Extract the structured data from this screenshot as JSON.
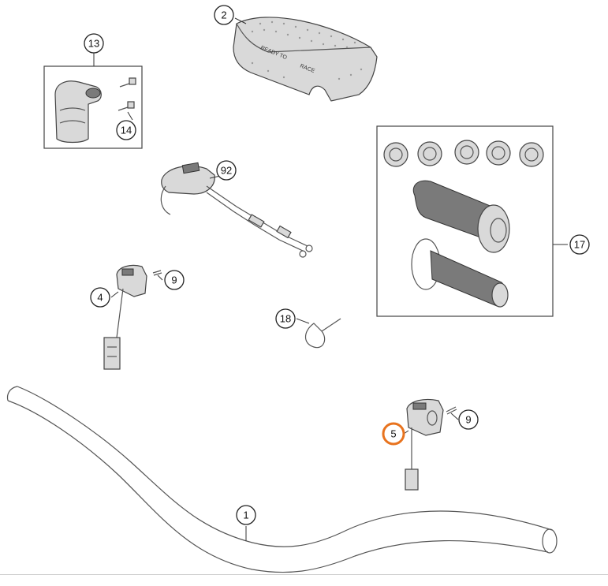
{
  "callouts": {
    "c1": "1",
    "c2": "2",
    "c4": "4",
    "c5": "5",
    "c9a": "9",
    "c9b": "9",
    "c13": "13",
    "c14": "14",
    "c17": "17",
    "c18": "18",
    "c92": "92"
  },
  "highlight_color": "#e8731e",
  "pad_text": {
    "line1": "READY TO",
    "line2": "RACE"
  }
}
